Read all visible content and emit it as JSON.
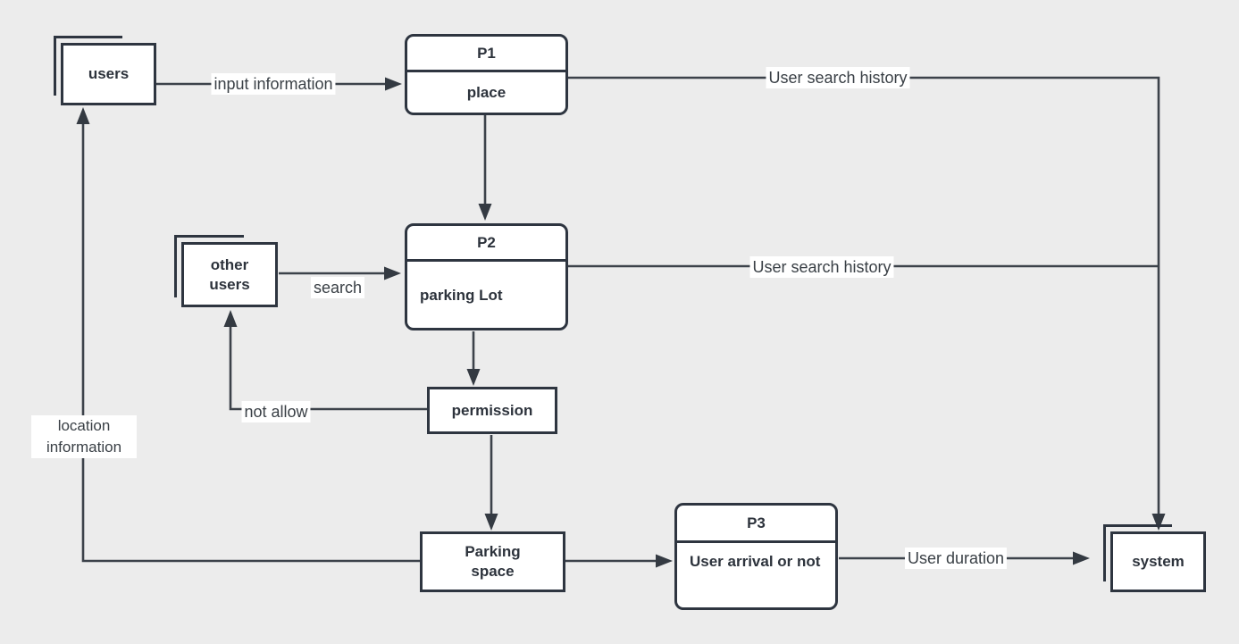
{
  "diagram": {
    "nodes": {
      "users": {
        "label": "users"
      },
      "other_users": {
        "label": "other users"
      },
      "p1": {
        "title": "P1",
        "body": "place"
      },
      "p2": {
        "title": "P2",
        "body": "parking Lot"
      },
      "p3": {
        "title": "P3",
        "body": "User arrival or not"
      },
      "permission": {
        "label": "permission"
      },
      "parking_space": {
        "label": "Parking space"
      },
      "system": {
        "label": "system"
      }
    },
    "edge_labels": {
      "input_information": "input information",
      "user_search_history_top": "User search history",
      "user_search_history_mid": "User search history",
      "search": "search",
      "not_allow": "not allow",
      "location_information": "location information",
      "user_duration": "User duration"
    },
    "colors": {
      "background": "#ececec",
      "node_fill": "#ffffff",
      "node_border": "#2e3540",
      "connector": "#3c424a",
      "edge_label_text": "#3a4046",
      "edge_label_bg": "#ffffff"
    }
  }
}
